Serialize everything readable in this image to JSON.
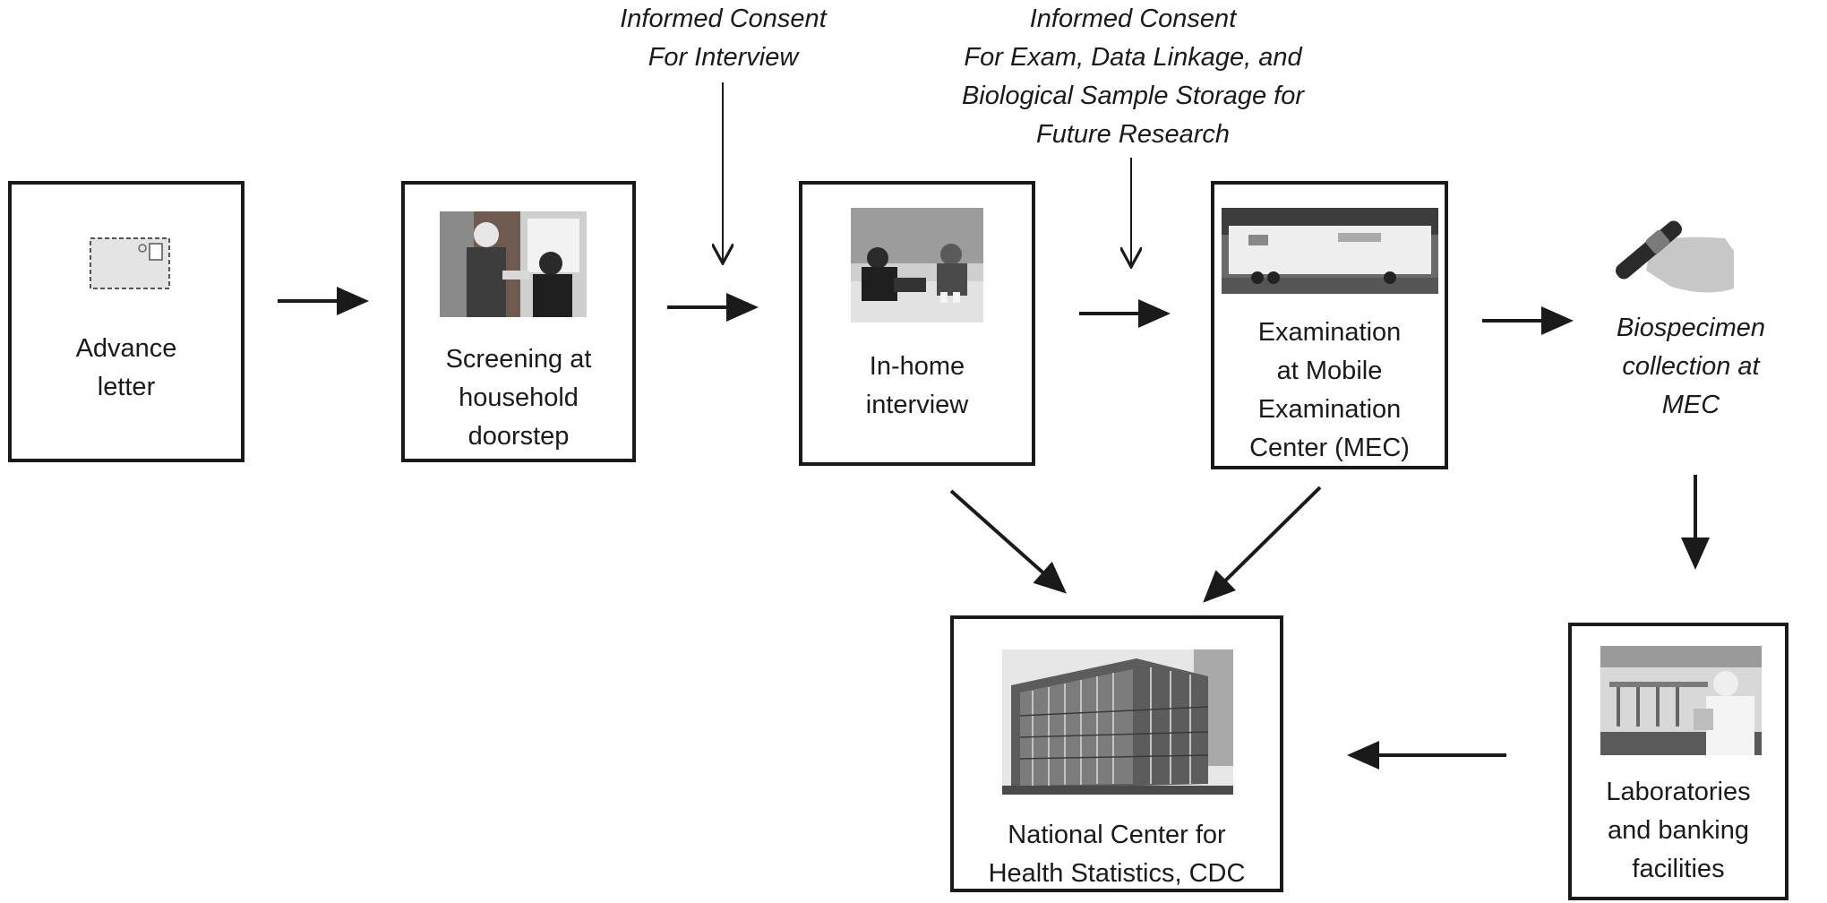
{
  "consent_notes": {
    "interview": "Informed Consent\nFor Interview",
    "exam": "Informed Consent\nFor Exam, Data Linkage, and\nBiological Sample Storage for\nFuture Research"
  },
  "steps": {
    "advance_letter": "Advance\nletter",
    "screening": "Screening at\nhousehold\ndoorstep",
    "interview": "In-home\ninterview",
    "examination": "Examination\nat Mobile\nExamination\nCenter (MEC)",
    "biospecimen": "Biospecimen\ncollection at\nMEC",
    "laboratories": "Laboratories\nand banking\nfacilities",
    "nchs": "National Center for\nHealth Statistics, CDC"
  },
  "colors": {
    "ink": "#1a1a1a",
    "photo_dark": "#4a4a4a",
    "photo_light": "#bdbdbd"
  }
}
